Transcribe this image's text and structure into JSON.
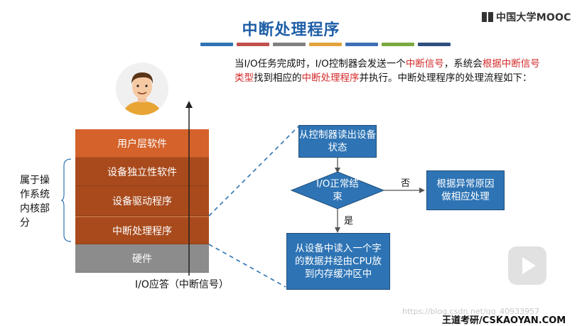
{
  "brand": {
    "name": "中国大学MOOC"
  },
  "title": "中断处理程序",
  "color_bars": [
    "#2e74b5",
    "#c0504d",
    "#808080",
    "#e2a33c",
    "#3d6fb6",
    "#7aa83e",
    "#2f4f7f"
  ],
  "paragraph": [
    {
      "text": "当I/O任务完成时，I/O控制器会发送一个",
      "red": false
    },
    {
      "text": "中断信号",
      "red": true
    },
    {
      "text": "，系统会",
      "red": false
    },
    {
      "text": "根据中断信号类型",
      "red": true
    },
    {
      "text": "找到相应的",
      "red": false
    },
    {
      "text": "中断处理程序",
      "red": true
    },
    {
      "text": "并执行。中断处理程序的处理流程如下：",
      "red": false
    }
  ],
  "stack": {
    "user_layer": "用户层软件",
    "device_independent": "设备独立性软件",
    "device_driver": "设备驱动程序",
    "interrupt_handler": "中断处理程序",
    "hardware": "硬件"
  },
  "kernel_label": "属于操作系统内核部分",
  "io_response": "I/O应答（中断信号）",
  "flow": {
    "read_status": "从控制器读出设备状态",
    "decision": "I/O正常结束",
    "no_label": "否",
    "yes_label": "是",
    "error_handle": "根据异常原因做相应处理",
    "read_data": "从设备中读入一个字的数据并经由CPU放到内存缓冲区中"
  },
  "watermark": "https://blog.csdn.net/qq_40933957",
  "footer": "王道考研/CSKAOYAN.COM",
  "colors": {
    "title": "#1f5fa8",
    "layer_orange": "#d4622a",
    "layer_darkorange": "#a84a1c",
    "layer_gray": "#8c8c8c",
    "flow_blue": "#2e74b5",
    "highlight_red": "#d42a2a"
  }
}
